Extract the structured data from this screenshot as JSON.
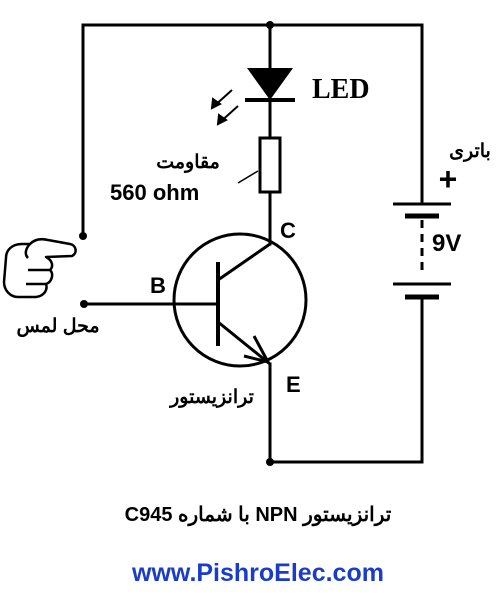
{
  "labels": {
    "led": "LED",
    "resistor_fa": "مقاومت",
    "resistor_value": "560 ohm",
    "battery_fa": "باتری",
    "battery_plus": "+",
    "battery_voltage": "9V",
    "collector": "C",
    "base": "B",
    "emitter": "E",
    "transistor_fa": "ترانزیستور",
    "touch_point_fa": "محل لمس"
  },
  "footer": {
    "title": "ترانزیستور NPN با شماره C945",
    "url": "www.PishroElec.com"
  },
  "colors": {
    "line": "#000000",
    "url": "#1a3cc8"
  },
  "icons": {
    "hand": "pointing-hand-icon",
    "light": "light-emission-arrows-icon"
  }
}
